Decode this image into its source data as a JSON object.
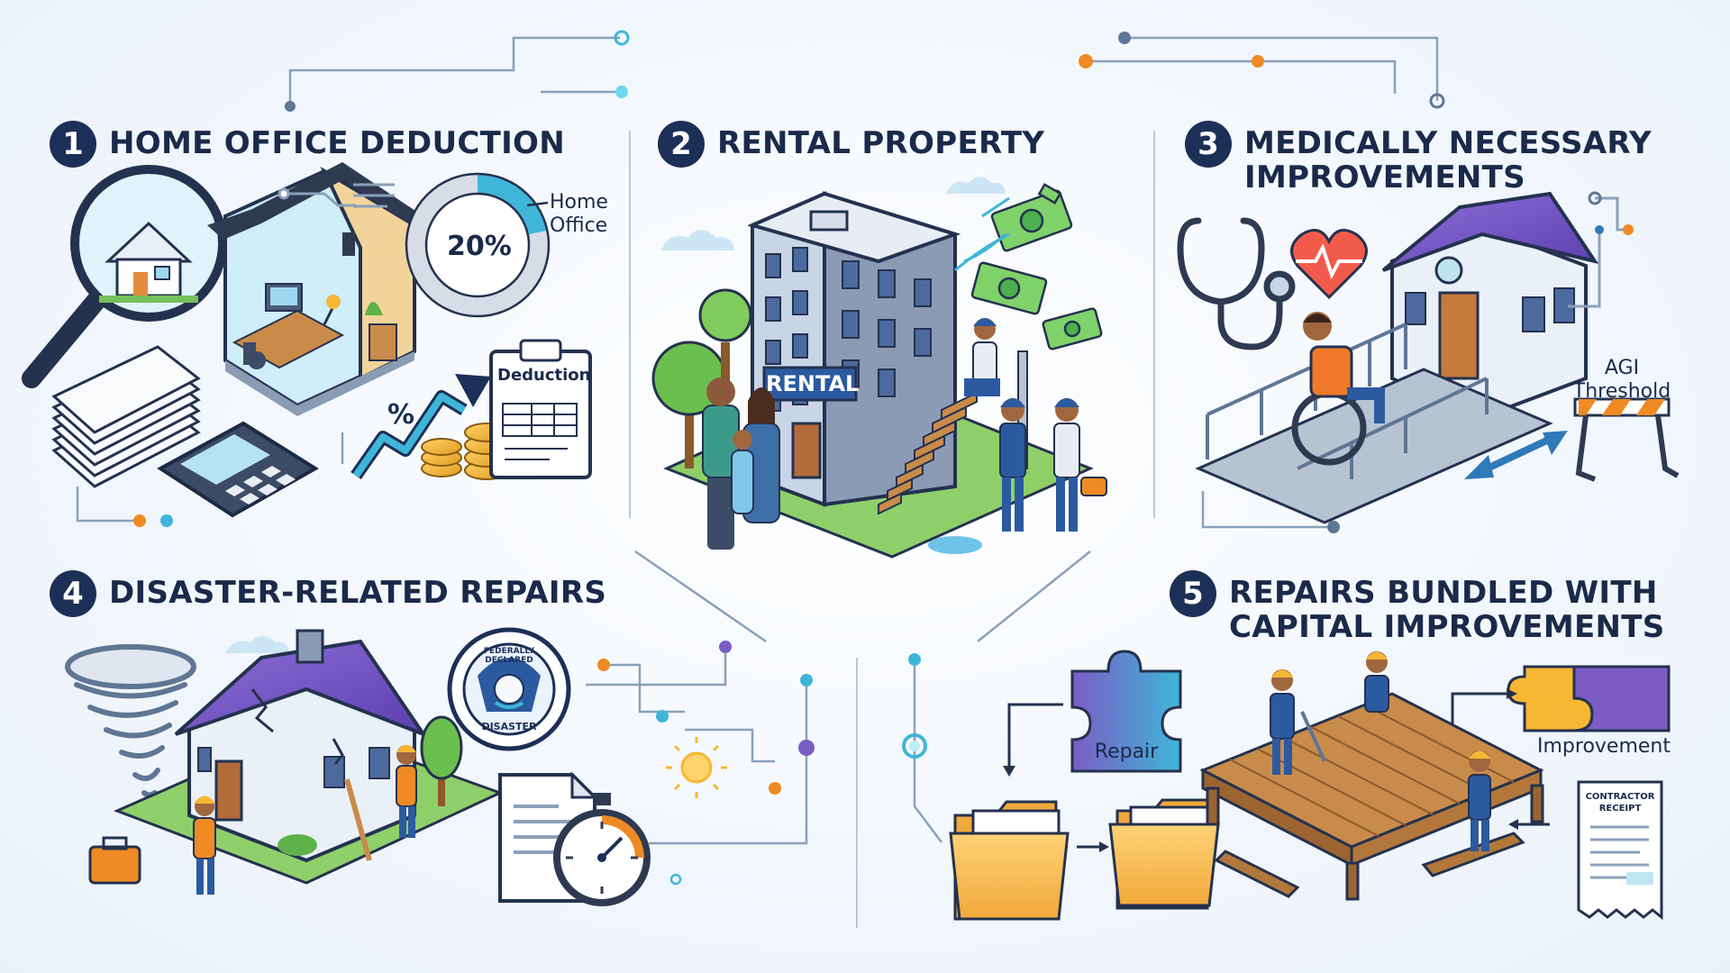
{
  "sections": [
    {
      "num": "1",
      "title": "HOME OFFICE DEDUCTION"
    },
    {
      "num": "2",
      "title": "RENTAL PROPERTY"
    },
    {
      "num": "3",
      "title_line1": "MEDICALLY NECESSARY",
      "title_line2": "IMPROVEMENTS"
    },
    {
      "num": "4",
      "title": "DISASTER-RELATED REPAIRS"
    },
    {
      "num": "5",
      "title_line1": "REPAIRS BUNDLED WITH",
      "title_line2": "CAPITAL IMPROVEMENTS"
    }
  ],
  "labels": {
    "pie_percent": "20%",
    "home_office_line1": "Home",
    "home_office_line2": "Office",
    "deduction_clipboard": "Deduction",
    "rental_sign": "RENTAL",
    "agi_line1": "AGI",
    "agi_line2": "Threshold",
    "seal_top": "FEDERALLY DECLARED",
    "seal_bottom": "DISASTER",
    "repair": "Repair",
    "improvement": "Improvement",
    "receipt_line1": "CONTRACTOR",
    "receipt_line2": "RECEIPT"
  },
  "colors": {
    "navy": "#1c2f57",
    "teal": "#3fb6d8",
    "orange": "#f08a24",
    "purple": "#7b5cc4",
    "money_green": "#4caf50"
  },
  "icons": [
    "magnifier-icon",
    "house-icon",
    "calculator-icon",
    "coins-icon",
    "trend-arrow-icon",
    "clipboard-icon",
    "building-icon",
    "money-icon",
    "family-icon",
    "worker-icon",
    "stethoscope-icon",
    "heart-icon",
    "wheelchair-icon",
    "ramp-icon",
    "barrier-icon",
    "tornado-icon",
    "damaged-house-icon",
    "seal-icon",
    "stopwatch-icon",
    "sun-icon",
    "puzzle-icon",
    "folder-icon",
    "deck-icon",
    "receipt-icon"
  ]
}
